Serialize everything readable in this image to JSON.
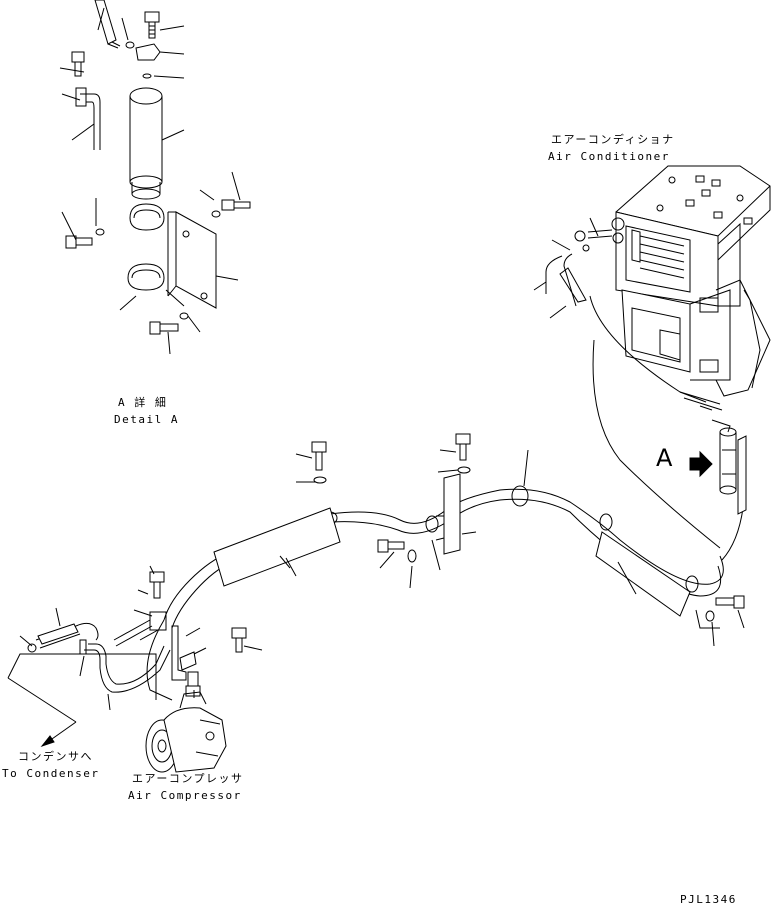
{
  "labels": {
    "air_conditioner_jp": "エアーコンディショナ",
    "air_conditioner_en": "Air Conditioner",
    "detail_a_jp": "A 詳 細",
    "detail_a_en": "Detail A",
    "view_marker": "A",
    "condenser_jp": "コンデンサへ",
    "condenser_en": "To Condenser",
    "compressor_jp": "エアーコンプレッサ",
    "compressor_en": "Air Compressor",
    "drawing_number": "PJL1346"
  }
}
